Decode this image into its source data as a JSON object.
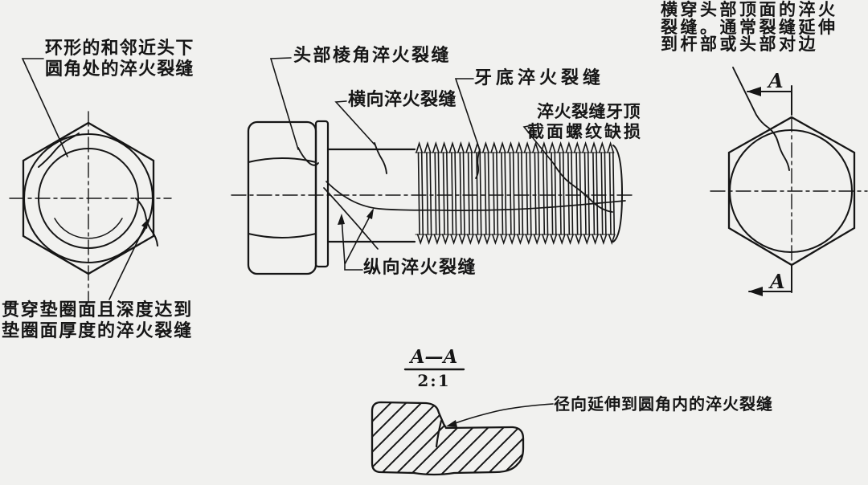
{
  "colors": {
    "background": "#f1f1ef",
    "ink": "#161616"
  },
  "left_view": {
    "top_label_line1": "环形的和邻近头下",
    "top_label_line2": "圆角处的淬火裂缝",
    "bottom_label_line1": "贯穿垫圈面且深度达到",
    "bottom_label_line2": "垫圈面厚度的淬火裂缝"
  },
  "side_view": {
    "head_corner_label": "头部棱角淬火裂缝",
    "transverse_label": "横向淬火裂缝",
    "thread_root_label": "牙底淬火裂缝",
    "crest_label_line1": "淬火裂缝牙顶",
    "crest_label_line2": "截面螺纹缺损",
    "longitudinal_label": "纵向淬火裂缝"
  },
  "right_view": {
    "label_line1": "横穿头部顶面的淬火",
    "label_line2": "裂缝。通常裂缝延伸",
    "label_line3": "到杆部或头部对边",
    "section_marker_top": "A",
    "section_marker_bottom": "A"
  },
  "section_view": {
    "title": "A—A",
    "scale": "2:1",
    "label": "径向延伸到圆角内的淬火裂缝"
  }
}
